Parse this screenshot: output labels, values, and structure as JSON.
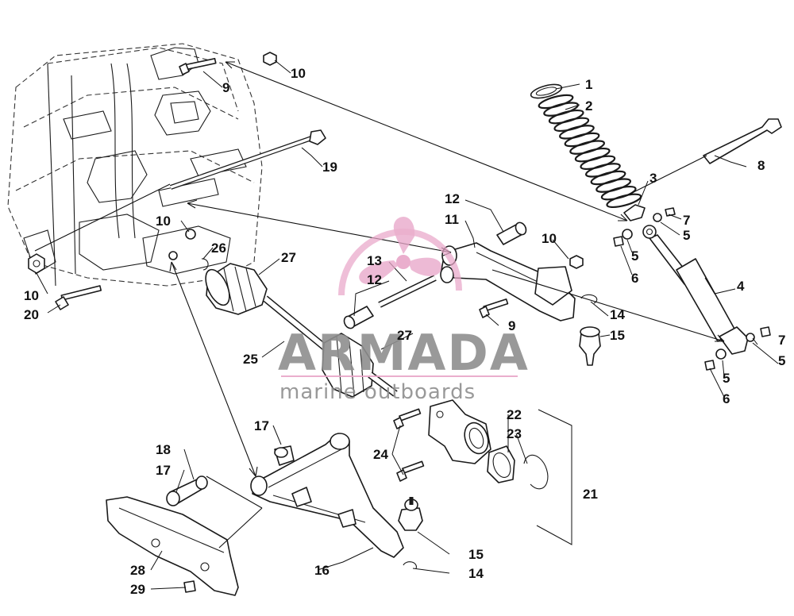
{
  "colors": {
    "line": "#1a1a1a",
    "watermark_pink": "#e8a6c8",
    "watermark_gray": "#8e8e8e",
    "background": "#ffffff"
  },
  "watermark": {
    "brand": "ARMADA",
    "tagline": "marine outboards"
  },
  "callouts": {
    "c1": "1",
    "c2": "2",
    "c3": "3",
    "c4": "4",
    "c5a": "5",
    "c5b": "5",
    "c5c": "5",
    "c5d": "5",
    "c6a": "6",
    "c6b": "6",
    "c7a": "7",
    "c7b": "7",
    "c8": "8",
    "c9a": "9",
    "c9b": "9",
    "c10a": "10",
    "c10b": "10",
    "c10c": "10",
    "c10d": "10",
    "c11": "11",
    "c12a": "12",
    "c12b": "12",
    "c13": "13",
    "c14a": "14",
    "c14b": "14",
    "c15a": "15",
    "c15b": "15",
    "c16": "16",
    "c17a": "17",
    "c17b": "17",
    "c18": "18",
    "c19": "19",
    "c20": "20",
    "c21": "21",
    "c22": "22",
    "c23": "23",
    "c24": "24",
    "c25": "25",
    "c26": "26",
    "c27a": "27",
    "c27b": "27",
    "c28": "28",
    "c29": "29"
  }
}
